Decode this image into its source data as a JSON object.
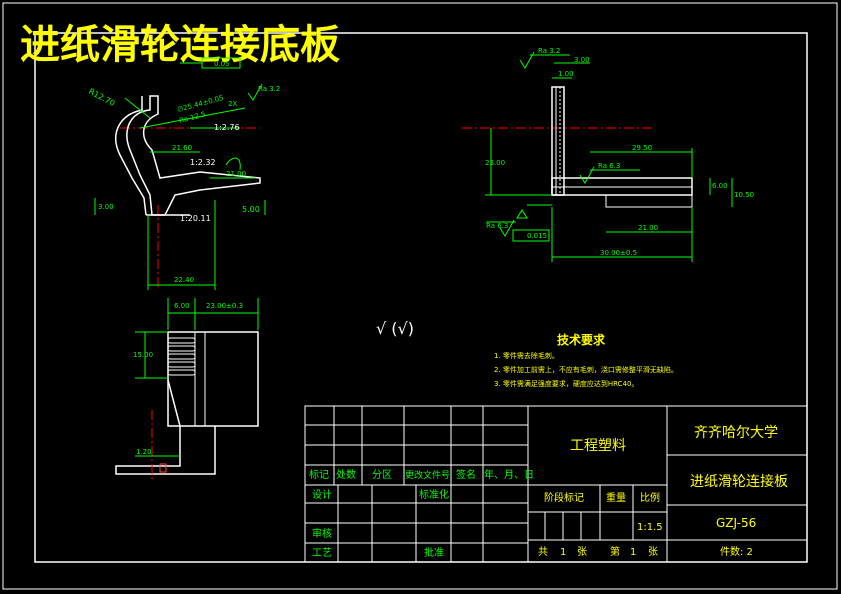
{
  "colors": {
    "background": "#000000",
    "border": "#ffffff",
    "dimension": "#00ff00",
    "part": "#ffffff",
    "centerline": "#ff0000",
    "title": "#ffff00",
    "note": "#ffff00",
    "table_line": "#ffffff",
    "table_text_green": "#00ff00",
    "table_text_yellow": "#ffff00",
    "hatch": "#ff4040"
  },
  "title": "进纸滑轮连接底板",
  "dims": {
    "left_view": {
      "r": "R12.70",
      "d1": "21.60",
      "d2": "21.00",
      "d3": "5.00",
      "d4": "3.00",
      "d5": "22.40",
      "slope1": "1:2.76",
      "slope2": "1:2.32",
      "slope3": "1:20.11",
      "ang": "Ra 12.5",
      "ang2": "2X",
      "rough": "Ra 3.2",
      "flat": "0.05",
      "dia": "∅25.44±0.05"
    },
    "right_view": {
      "d1": "Ra 3.2",
      "d2": "3.00",
      "d3": "1.00",
      "d4": "23.00",
      "d5": "29.50",
      "d6": "6.00",
      "d7": "10.50",
      "d8": "21.00",
      "d9": "30.00±0.5",
      "rough1": "Ra 6.3",
      "rough2": "Ra 6.3",
      "flat": "0.015"
    },
    "bottom_view": {
      "d1": "6.00",
      "d2": "23.00±0.3",
      "d3": "15.00",
      "d4": "1.20"
    }
  },
  "roughness_mark": "√ (√)",
  "notes": {
    "heading": "技术要求",
    "items": [
      "1. 零件需去除毛刺。",
      "2. 零件加工前需上，不应有毛刺，浇口需修整平滑无缺陷。",
      "3. 零件需满足强度要求，硬度应达到HRC40。"
    ]
  },
  "table": {
    "row_labels": [
      "标记",
      "处数",
      "分区",
      "更改文件号",
      "签名",
      "年、月、日"
    ],
    "design": "设计",
    "standard": "标准化",
    "review": "审核",
    "craft": "工艺",
    "approve": "批准",
    "material": "工程塑料",
    "stage_mark": "阶段标记",
    "weight": "重量",
    "scale_label": "比例",
    "scale": "1:1.5",
    "total": "共",
    "total_n": "1",
    "sheet_unit": "张",
    "page": "第",
    "page_n": "1",
    "page_unit": "张",
    "university": "齐齐哈尔大学",
    "part_name": "进纸滑轮连接板",
    "drawing_no": "GZJ-56",
    "quantity": "件数: 2"
  }
}
